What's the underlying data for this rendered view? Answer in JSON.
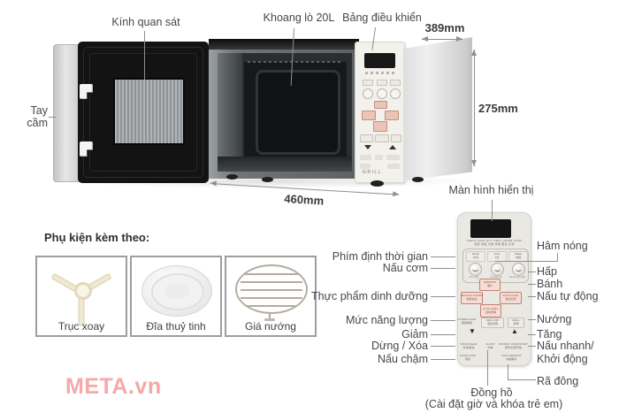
{
  "watermark": "META.vn",
  "diagram": {
    "callouts": {
      "handle": "Tay cầm",
      "viewing_glass": "Kính quan sát",
      "cavity": "Khoang lò 20L",
      "control_panel": "Bảng điều khiển",
      "display": "Màn hình hiển thị"
    },
    "dimensions": {
      "width": "389mm",
      "height": "275mm",
      "depth": "460mm"
    },
    "front_panel_grill_text": "GRILL"
  },
  "accessories": {
    "heading": "Phụ kiện kèm theo:",
    "items": [
      {
        "label": "Trục xoay"
      },
      {
        "label": "Đĩa thuỷ tinh"
      },
      {
        "label": "Giá nướng"
      }
    ]
  },
  "legend": {
    "left": [
      {
        "text": "Phím định thời gian"
      },
      {
        "text": "Nấu cơm"
      },
      {
        "text": "Thực phẩm dinh dưỡng"
      },
      {
        "text": "Mức năng lượng"
      },
      {
        "text": "Giảm"
      },
      {
        "text": "Dừng / Xóa"
      },
      {
        "text": "Nấu chậm"
      }
    ],
    "right": [
      {
        "text": "Hâm nóng"
      },
      {
        "text": "Hấp"
      },
      {
        "text": "Bánh"
      },
      {
        "text": "Nấu tự động"
      },
      {
        "text": "Nướng"
      },
      {
        "text": "Tăng"
      },
      {
        "text": "Nấu nhanh/\nKhởi động"
      },
      {
        "text": "Rã đông"
      }
    ],
    "clock": {
      "title": "Đồng hồ",
      "subtitle": "(Cài đặt giờ và khóa trẻ em)"
    }
  },
  "panel": {
    "indicator_line1": "CHECK  RICE  QTY  GRILL  MORE  COOK",
    "indicator_line2": "检查 米饭 分量 烧烤 更多 烹调",
    "time_buttons": [
      {
        "en": "10min",
        "cn": "10分"
      },
      {
        "en": "1min",
        "cn": "1分"
      },
      {
        "en": "10sec",
        "cn": "10秒"
      }
    ],
    "round_buttons": [
      {
        "en": "Rice",
        "cn": "米饭"
      },
      {
        "en": "Porridge",
        "cn": "粥"
      },
      {
        "en": "Steam Fish",
        "cn": "蒸鱼"
      }
    ],
    "kerupuk": {
      "en": "KERUPUK",
      "cn": "薯片"
    },
    "healthy": {
      "en": "HEALTHY FOODS",
      "cn": "健康食品"
    },
    "auto_cook": {
      "en": "AUTO COOK",
      "cn": "自动烹调"
    },
    "auto_grill": {
      "en": "AUTO GRILL",
      "cn": "自动烧烤"
    },
    "power_level": {
      "en": "POWER LEVEL",
      "cn": "能量等级"
    },
    "grill_mix": {
      "en": "GRILL MIX",
      "cn": "混合烧烤"
    },
    "grill": {
      "en": "GRILL",
      "cn": "烧烤"
    },
    "down_arrow": "▼",
    "up_arrow": "▲",
    "stop_clear": {
      "en": "STOP/CLEAR",
      "cn": "暂停/取消"
    },
    "clock_btn": {
      "en": "CLOCK",
      "cn": "时钟"
    },
    "start": {
      "en": "INSTANT COOK/START",
      "cn": "即时烹调/开始"
    },
    "slow_cook": {
      "en": "SLOW COOK",
      "cn": "慢煮"
    },
    "fast_defrost": {
      "en": "FAST DEFROST",
      "cn": "快速解冻"
    }
  }
}
